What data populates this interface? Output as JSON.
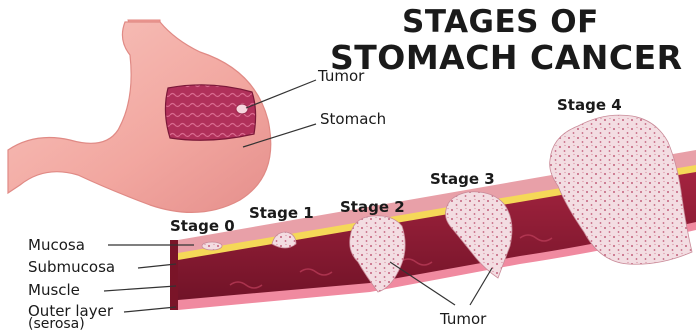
{
  "title": {
    "line1": "STAGES OF",
    "line2": "STOMACH CANCER"
  },
  "stomach_labels": {
    "tumor": "Tumor",
    "stomach": "Stomach"
  },
  "stages": [
    "Stage 0",
    "Stage 1",
    "Stage 2",
    "Stage 3",
    "Stage 4"
  ],
  "layers": {
    "mucosa": "Mucosa",
    "submucosa": "Submucosa",
    "muscle": "Muscle",
    "outer1": "Outer layer",
    "outer2": "(serosa)"
  },
  "bottom_label": "Tumor",
  "colors": {
    "stomach_outer": "#f2a7a0",
    "stomach_inner": "#b0305a",
    "mucosa": "#e8a0a8",
    "submucosa": "#f5d858",
    "muscle": "#8a1830",
    "tumor": "#f1d9df",
    "tumor_dot": "#c0607a"
  }
}
